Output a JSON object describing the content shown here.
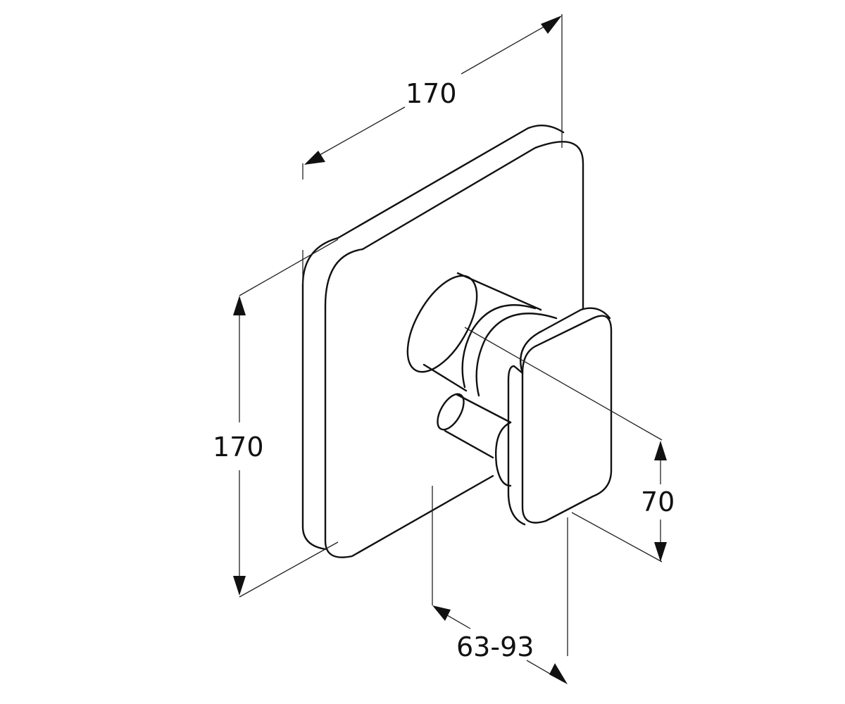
{
  "diagram": {
    "dimensions": {
      "plate_width": "170",
      "plate_height": "170",
      "handle_height": "70",
      "projection_range": "63-93"
    }
  }
}
